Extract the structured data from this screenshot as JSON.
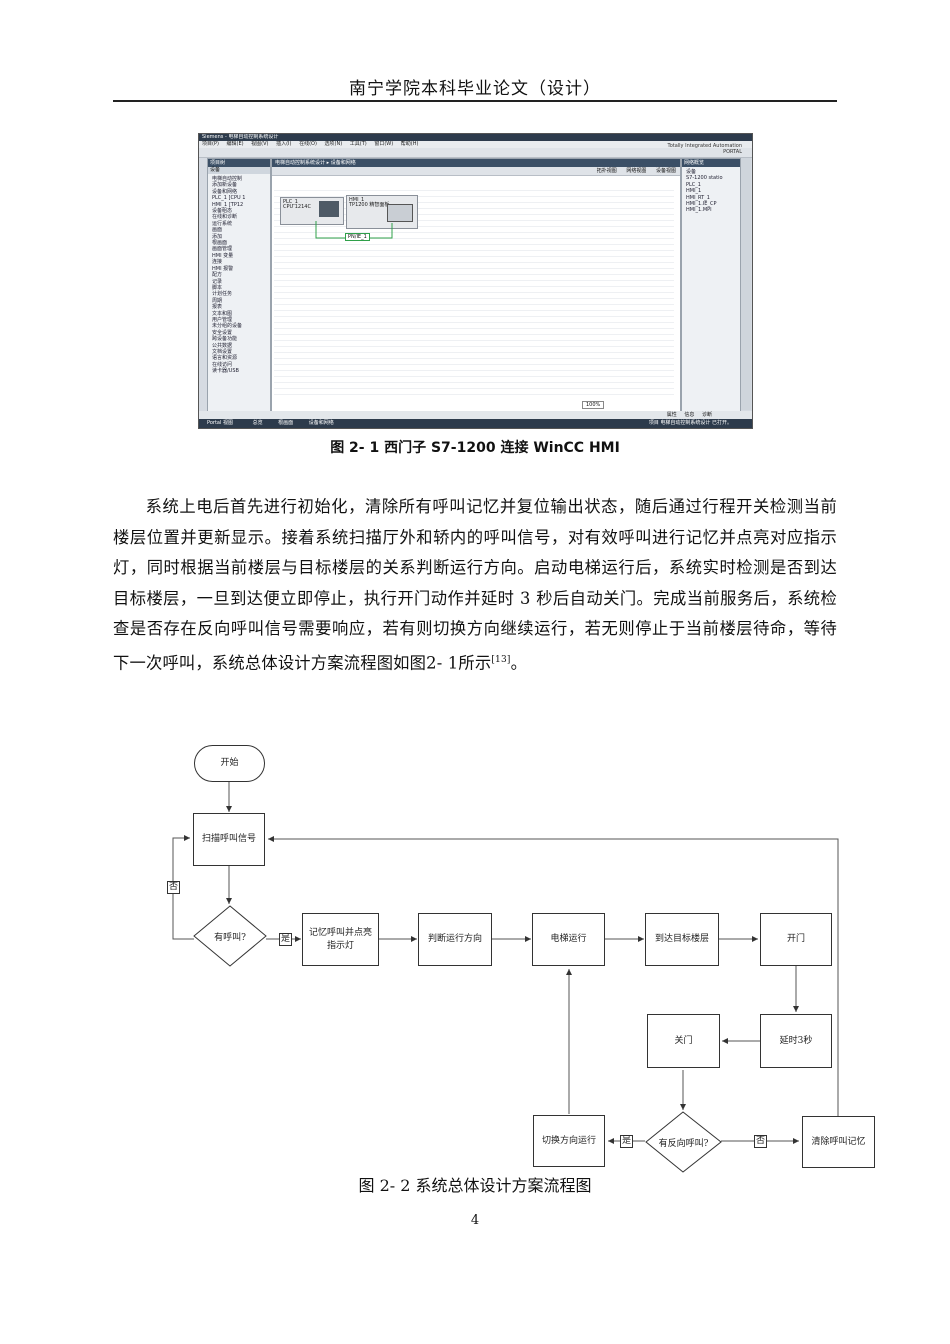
{
  "header": {
    "title": "南宁学院本科毕业论文（设计）"
  },
  "figure1": {
    "caption": "图 2- 1   西门子 S7-1200 连接 WinCC HMI",
    "screenshot": {
      "title_bar": "Siemens - 电梯自动控制系统设计",
      "menu_items": [
        "项目(P)",
        "编辑(E)",
        "视图(V)",
        "插入(I)",
        "在线(O)",
        "选项(N)",
        "工具(T)",
        "窗口(W)",
        "帮助(H)"
      ],
      "brand_line1": "Totally Integrated Automation",
      "brand_line2": "PORTAL",
      "left_panel_title": "项目树",
      "left_panel_sub": "设备",
      "tree_items": [
        "电梯自动控制",
        "添加新设备",
        "设备和网络",
        "PLC_1 [CPU 1",
        "HMI_1 [TP12",
        "设备组态",
        "在线和诊断",
        "运行系统",
        "画面",
        "添加",
        "根画面",
        "画面管理",
        "HMI 变量",
        "连接",
        "HMI 报警",
        "配方",
        "记录",
        "脚本",
        "计划任务",
        "周期",
        "报表",
        "文本和图",
        "用户管理",
        "未分组的设备",
        "安全设置",
        "跨设备功能",
        "公共数据",
        "文档设置",
        "语言和资源",
        "在线访问",
        "读卡器/USB"
      ],
      "main_title": "电梯自动控制系统设计 ▸ 设备和网络",
      "view_tabs": [
        "拓扑视图",
        "网络视图",
        "设备视图"
      ],
      "device1_name": "PLC_1",
      "device1_type": "CPU 1214C",
      "device2_name": "HMI_1",
      "device2_type": "TP1200 精智面板",
      "network_label": "PN/IE_1",
      "zoom": "100%",
      "right_panel_title": "网络概览",
      "right_items": [
        "设备",
        "S7-1200 statio",
        "PLC_1",
        "HMI_1",
        "HMI_RT_1",
        "HMI_1.IE_CP",
        "HMI_1.MPI"
      ],
      "status_tabs": [
        "属性",
        "信息",
        "诊断"
      ],
      "portal_label": "Portal 视图",
      "bottom_tabs": [
        "总览",
        "根画面",
        "设备和网络"
      ],
      "status_msg": "项目 电梯自动控制系统设计 已打开。"
    }
  },
  "paragraph": {
    "text": "系统上电后首先进行初始化，清除所有呼叫记忆并复位输出状态，随后通过行程开关检测当前楼层位置并更新显示。接着系统扫描厅外和轿内的呼叫信号，对有效呼叫进行记忆并点亮对应指示灯，同时根据当前楼层与目标楼层的关系判断运行方向。启动电梯运行后，系统实时检测是否到达目标楼层，一旦到达便立即停止，执行开门动作并延时 3 秒后自动关门。完成当前服务后，系统检查是否存在反向呼叫信号需要响应，若有则切换方向继续运行，若无则停止于当前楼层待命，等待下一次呼叫，系统总体设计方案流程图如图2- 1所示",
    "ref": "[13]",
    "end": "。"
  },
  "flowchart": {
    "start": "开始",
    "scan": "扫描呼叫信号",
    "has_call": "有呼叫?",
    "remember": "记忆呼叫并点亮指示灯",
    "judge": "判断运行方向",
    "run": "电梯运行",
    "arrive": "到达目标楼层",
    "open": "开门",
    "delay": "延时3秒",
    "close": "关门",
    "reverse": "有反向呼叫?",
    "switch": "切换方向运行",
    "clear": "清除呼叫记忆",
    "yes": "是",
    "no": "否"
  },
  "figure2": {
    "caption": "图 2- 2   系统总体设计方案流程图"
  },
  "page_number": "4"
}
